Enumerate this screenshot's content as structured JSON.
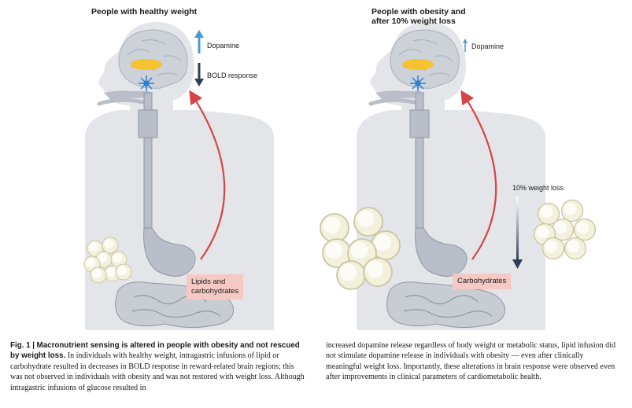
{
  "panels": {
    "left": {
      "title": "People with healthy weight",
      "dopamine_label": "Dopamine",
      "bold_label": "BOLD response",
      "nutrient_label_line1": "Lipids and",
      "nutrient_label_line2": "carbohydrates"
    },
    "right": {
      "title_line1": "People with obesity and",
      "title_line2": "after 10% weight loss",
      "dopamine_label": "Dopamine",
      "weight_loss_label": "10% weight loss",
      "nutrient_label": "Carbohydrates"
    }
  },
  "caption": {
    "fig_number": "Fig. 1 |",
    "bold_title": "Macronutrient sensing is altered in people with obesity and not rescued by weight loss.",
    "col1_text": "In individuals with healthy weight, intragastric infusions of lipid or carbohydrate resulted in decreases in BOLD response in reward-related brain regions; this was not observed in individuals with obesity and was not restored with weight loss. Although intragastric infusions of glucose resulted in",
    "col2_text": "increased dopamine release regardless of body weight or metabolic status, lipid infusion did not stimulate dopamine release in individuals with obesity — even after clinically meaningful weight loss. Importantly, these alterations in brain response were observed even after improvements in clinical parameters of cardiometabolic health."
  },
  "colors": {
    "body_fill": "#e3e5e9",
    "organ_fill": "#b9bec8",
    "organ_stroke": "#8f96a3",
    "brain_region": "#f5c230",
    "neuron": "#2f7fd0",
    "arrow_up": "#4a9ad8",
    "arrow_down": "#2f3e55",
    "red_arrow": "#d64545",
    "fat_fill": "#f3f1dc",
    "fat_stroke": "#c9c6a3",
    "callout_bg": "#f7c9c4"
  }
}
